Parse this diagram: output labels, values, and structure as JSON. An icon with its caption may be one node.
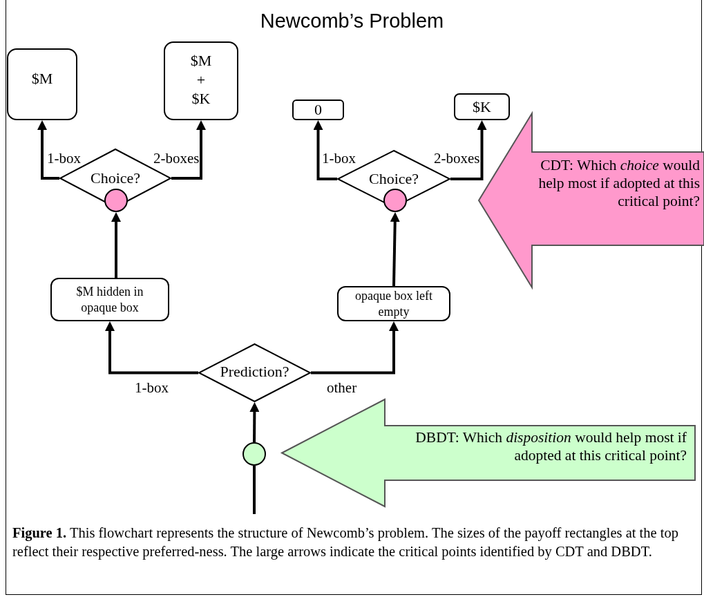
{
  "diagram": {
    "title": "Newcomb’s Problem",
    "caption": "**Figure 1.** This flowchart represents the structure of Newcomb’s problem. The sizes of the payoff rectangles at the top reflect their respective preferred-ness. The large arrows indicate the critical points identified by CDT and DBDT.",
    "nodes": [
      {
        "text": [
          "$M"
        ]
      },
      {
        "text": [
          "$M + $K"
        ]
      },
      {
        "text": [
          "0"
        ]
      },
      {
        "text": [
          "$K"
        ]
      },
      {
        "text": [
          "Choice?"
        ]
      },
      {
        "text": [
          "Choice?"
        ]
      },
      {
        "text": [],
        "shape": "circle"
      },
      {
        "text": [],
        "shape": "circle"
      },
      {
        "text": [
          "$M hidden in opaque box"
        ]
      },
      {
        "text": [
          "opaque box left empty"
        ]
      },
      {
        "text": [
          "Prediction?"
        ]
      },
      {
        "text": [],
        "shape": "circle"
      },
      {
        "text": [
          "CDT: Which *choice* would help most if adopted at this critical point?"
        ]
      },
      {
        "text": [
          "DBDT: Which *disposition* would help most if adopted at this critical point?"
        ]
      }
    ],
    "edges": [
      {
        "from": 4,
        "to": 0,
        "arrow": "to",
        "label": "1-box"
      },
      {
        "from": 4,
        "to": 1,
        "arrow": "to",
        "label": "2-boxes"
      },
      {
        "from": 5,
        "to": 2,
        "arrow": "to",
        "label": "1-box"
      },
      {
        "from": 5,
        "to": 3,
        "arrow": "to",
        "label": "2-boxes"
      },
      {
        "from": 8,
        "to": 6,
        "arrow": "to"
      },
      {
        "from": 9,
        "to": 7,
        "arrow": "to"
      },
      {
        "from": 10,
        "to": 8,
        "arrow": "to",
        "label": "1-box"
      },
      {
        "from": 10,
        "to": 9,
        "arrow": "to",
        "label": "other"
      },
      {
        "from": 11,
        "to": 10,
        "arrow": "to"
      },
      {
        "from": null,
        "to": 11,
        "arrow": "none"
      }
    ]
  }
}
